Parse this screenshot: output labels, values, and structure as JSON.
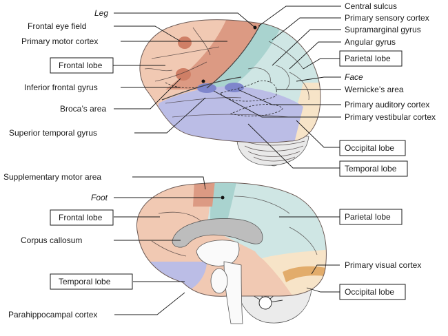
{
  "colors": {
    "frontal": "#f1c9b3",
    "motor": "#dc9a83",
    "hotspot": "#cf7f66",
    "parietal": "#cfe6e4",
    "sensory": "#a9d3cf",
    "temporal": "#bbbde6",
    "auditory": "#7f86cc",
    "occipital": "#f7e4c8",
    "visual": "#e2ac6b",
    "cerebellum": "#ebebeb",
    "callosum": "#bdbdbd"
  },
  "lateral_view": {
    "labels": {
      "leg": "Leg",
      "frontal_eye_field": "Frontal eye field",
      "primary_motor_cortex": "Primary motor cortex",
      "frontal_lobe": "Frontal lobe",
      "inferior_frontal_gyrus": "Inferior frontal gyrus",
      "brocas_area": "Broca’s area",
      "superior_temporal_gyrus": "Superior temporal gyrus",
      "central_sulcus": "Central sulcus",
      "primary_sensory_cortex": "Primary sensory cortex",
      "supramarginal_gyrus": "Supramarginal gyrus",
      "angular_gyrus": "Angular gyrus",
      "parietal_lobe": "Parietal lobe",
      "face": "Face",
      "wernickes_area": "Wernicke’s area",
      "primary_auditory_cortex": "Primary auditory cortex",
      "primary_vestibular_cortex": "Primary vestibular cortex",
      "occipital_lobe": "Occipital lobe",
      "temporal_lobe": "Temporal lobe"
    }
  },
  "medial_view": {
    "labels": {
      "supplementary_motor_area": "Supplementary motor area",
      "foot": "Foot",
      "frontal_lobe": "Frontal lobe",
      "corpus_callosum": "Corpus callosum",
      "temporal_lobe": "Temporal lobe",
      "parahippocampal_cortex": "Parahippocampal cortex",
      "parietal_lobe": "Parietal lobe",
      "primary_visual_cortex": "Primary visual cortex",
      "occipital_lobe": "Occipital lobe"
    }
  }
}
